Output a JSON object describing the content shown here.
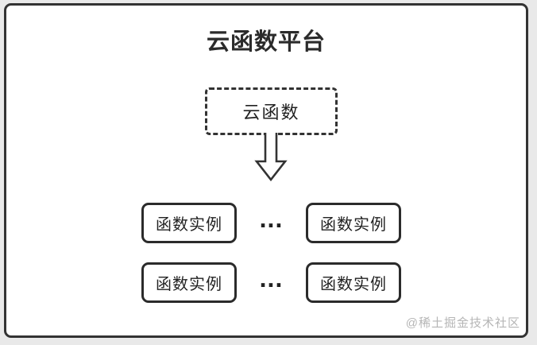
{
  "diagram": {
    "title": "云函数平台",
    "source_node": {
      "label": "云函数"
    },
    "arrow": "down-arrow",
    "instance_rows": [
      {
        "left_label": "函数实例",
        "separator": "...",
        "right_label": "函数实例"
      },
      {
        "left_label": "函数实例",
        "separator": "...",
        "right_label": "函数实例"
      }
    ]
  },
  "watermark": {
    "text": "@稀土掘金技术社区"
  },
  "colors": {
    "border": "#333333",
    "node_border": "#2b2b2b",
    "text": "#222222",
    "watermark": "#b5b5b5",
    "page_background": "#e9e9e9",
    "card_background": "#ffffff"
  }
}
